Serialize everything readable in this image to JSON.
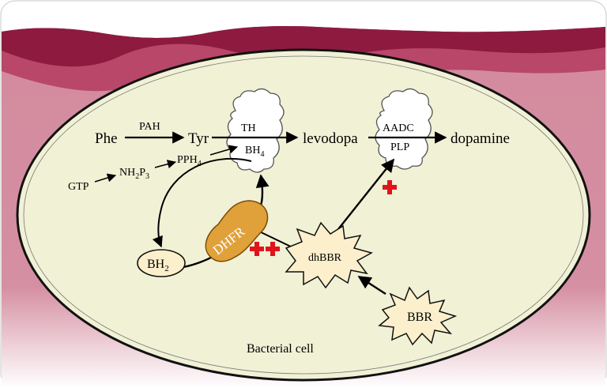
{
  "colors": {
    "tissue_dark": "#8e1b3f",
    "tissue_mid": "#b8476a",
    "tissue_light": "#d78a9f",
    "cell_fill": "#f1f1d6",
    "dhfr_fill": "#e0a13a",
    "cofactor_fill": "#fbefcc",
    "plus_red": "#e0141c"
  },
  "labels": {
    "phe": "Phe",
    "pah": "PAH",
    "tyr": "Tyr",
    "th": "TH",
    "bh4_base": "BH",
    "bh4_sub": "4",
    "levodopa": "levodopa",
    "aadc": "AADC",
    "plp": "PLP",
    "dopamine": "dopamine",
    "gtp": "GTP",
    "nh2p3_a": "NH",
    "nh2p3_b": "2",
    "nh2p3_c": "P",
    "nh2p3_d": "3",
    "pph4_base": "PPH",
    "pph4_sub": "4",
    "bh2_base": "BH",
    "bh2_sub": "2",
    "dhfr": "DHFR",
    "dhbbr": "dhBBR",
    "bbr": "BBR",
    "cell": "Bacterial cell"
  },
  "icons": {
    "enzyme_cloud": "cloud-shape",
    "promotion": "plus-sign",
    "burst": "starburst-shape"
  }
}
